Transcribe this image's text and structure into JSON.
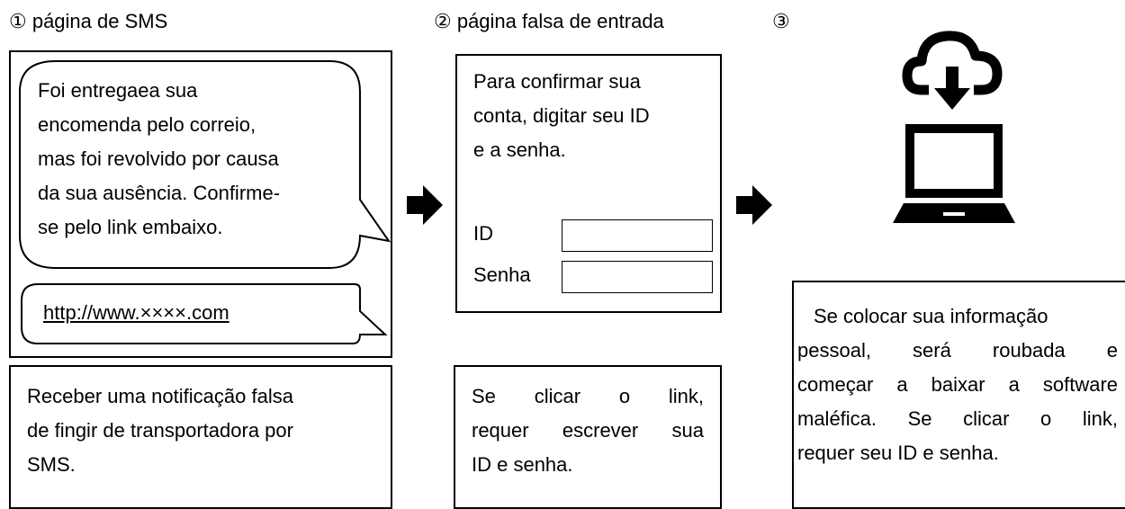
{
  "step1": {
    "heading": "① página de SMS",
    "sms_lines": [
      "Foi entregaea sua",
      "encomenda pelo correio,",
      "mas foi revolvido por causa",
      "da sua ausência. Confirme-",
      "se pelo link embaixo."
    ],
    "link": "http://www.××××.com",
    "caption_lines": [
      "Receber uma notificação falsa",
      "de fingir de transportadora por",
      "SMS."
    ]
  },
  "step2": {
    "heading": "② página falsa de entrada",
    "prompt_lines": [
      "Para confirmar sua",
      "conta, digitar seu ID",
      "e a senha."
    ],
    "id_label": "ID",
    "password_label": "Senha",
    "caption_lines": [
      "Se clicar o link,",
      "requer escrever sua",
      "ID e senha."
    ]
  },
  "step3": {
    "heading": "③",
    "icons": [
      "cloud-download-icon",
      "laptop-icon"
    ],
    "caption_lines": [
      "Se colocar sua informação",
      "pessoal, será roubada e",
      "começar a baixar a software",
      "maléfica. Se clicar o link,",
      "requer seu ID e senha."
    ]
  },
  "arrows": [
    "right-arrow-icon",
    "right-arrow-icon"
  ]
}
